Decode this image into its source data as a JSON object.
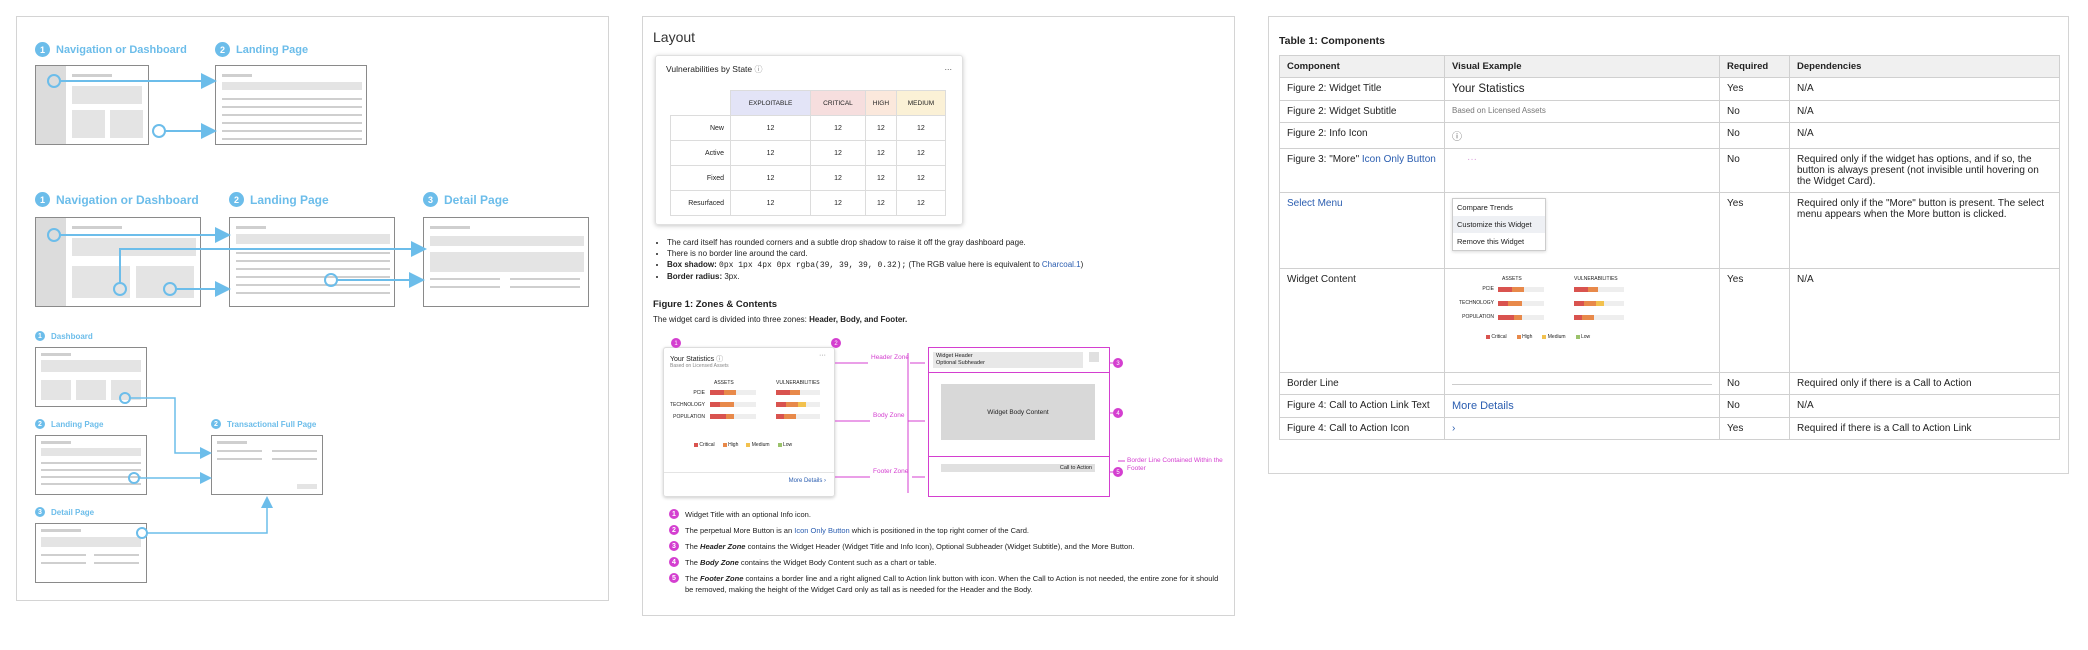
{
  "left_panel": {
    "step1_label": "Navigation or Dashboard",
    "step2_label": "Landing Page",
    "step3_label": "Detail Page",
    "small_dashboard": "Dashboard",
    "small_landing": "Landing Page",
    "small_transactional": "Transactional Full Page",
    "small_detail": "Detail Page"
  },
  "middle_panel": {
    "title": "Layout",
    "card_title": "Vulnerabilities by State",
    "card_more": "...",
    "table": {
      "headers": [
        "EXPLOITABLE",
        "CRITICAL",
        "HIGH",
        "MEDIUM"
      ],
      "rows": [
        {
          "label": "New",
          "values": [
            "12",
            "12",
            "12",
            "12"
          ]
        },
        {
          "label": "Active",
          "values": [
            "12",
            "12",
            "12",
            "12"
          ]
        },
        {
          "label": "Fixed",
          "values": [
            "12",
            "12",
            "12",
            "12"
          ]
        },
        {
          "label": "Resurfaced",
          "values": [
            "12",
            "12",
            "12",
            "12"
          ]
        }
      ]
    },
    "bullets": {
      "b1": "The card itself has rounded corners and a subtle drop shadow to raise it off the gray dashboard page.",
      "b2": "There is no border line around the card.",
      "b3_label": "Box shadow:",
      "b3_code": "0px 1px 4px 0px rgba(39, 39, 39, 0.32);",
      "b3_note": "(The RGB value here is equivalent to",
      "b3_link": "Charcoal.1",
      "b3_close": ")",
      "b4_label": "Border radius:",
      "b4_value": "3px."
    },
    "figure_title": "Figure 1: Zones & Contents",
    "figure_intro_pre": "The widget card is divided into three zones:",
    "figure_intro_zones": "Header, Body, and Footer.",
    "diagram": {
      "widget_title": "Your Statistics",
      "widget_subtitle": "Based on Licensed Assets",
      "col_assets": "ASSETS",
      "col_vulns": "VULNERABILITIES",
      "rows": [
        "PCIE",
        "TECHNOLOGY",
        "POPULATION"
      ],
      "legend": [
        "Critical",
        "High",
        "Medium",
        "Low"
      ],
      "more_details": "More Details",
      "header_zone": "Header Zone",
      "body_zone": "Body Zone",
      "footer_zone": "Footer Zone",
      "widget_header": "Widget Header",
      "optional_subheader": "Optional Subheader",
      "widget_body_content": "Widget Body Content",
      "call_to_action": "Call to Action",
      "border_line_note": "Border Line Contained Within the Footer",
      "colors": {
        "critical": "#d9534f",
        "high": "#e8894a",
        "medium": "#f2c14e",
        "low": "#9bc26b"
      }
    },
    "notes": [
      {
        "n": "1",
        "text": "Widget Title with an optional Info icon."
      },
      {
        "n": "2",
        "pre": "The perpetual More Button is an",
        "link": "Icon Only Button",
        "post": "which is positioned in the top right corner of the Card."
      },
      {
        "n": "3",
        "pre": "The",
        "em": "Header Zone",
        "post": "contains the Widget Header (Widget Title and Info Icon), Optional Subheader (Widget Subtitle), and the More Button."
      },
      {
        "n": "4",
        "pre": "The",
        "em": "Body Zone",
        "post": "contains the Widget Body Content such as a chart or table."
      },
      {
        "n": "5",
        "pre": "The",
        "em": "Footer Zone",
        "post": "contains a border line and a right aligned Call to Action link button with icon. When the Call to Action is not needed, the entire zone for it should be removed, making the height of the Widget Card only as tall as is needed for the Header and the Body."
      }
    ]
  },
  "right_panel": {
    "table_title": "Table 1: Components",
    "headers": [
      "Component",
      "Visual Example",
      "Required",
      "Dependencies"
    ],
    "rows": [
      {
        "component": "Figure 2: Widget Title",
        "example": "Your Statistics",
        "required": "Yes",
        "deps": "N/A"
      },
      {
        "component": "Figure 2: Widget Subtitle",
        "example": "Based on Licensed Assets",
        "required": "No",
        "deps": "N/A"
      },
      {
        "component": "Figure 2: Info Icon",
        "example": "ⓘ",
        "required": "No",
        "deps": "N/A"
      },
      {
        "component_pre": "Figure 3: \"More\"",
        "component_link": "Icon Only Button",
        "example": "···",
        "required": "No",
        "deps": "Required only if the widget has options, and if so, the button is always present (not invisible until hovering on the Widget Card)."
      },
      {
        "component": "Select Menu",
        "example_items": [
          "Compare Trends",
          "Customize this Widget",
          "Remove this Widget"
        ],
        "required": "Yes",
        "deps": "Required only if the \"More\" button is present. The select menu appears when the More button is clicked."
      },
      {
        "component": "Widget Content",
        "required": "Yes",
        "deps": "N/A"
      },
      {
        "component": "Border Line",
        "required": "No",
        "deps": "Required only if there is a Call to Action"
      },
      {
        "component": "Figure 4: Call to Action Link Text",
        "example": "More Details",
        "required": "No",
        "deps": "N/A"
      },
      {
        "component": "Figure 4: Call to Action Icon",
        "example": "›",
        "required": "Yes",
        "deps": "Required if there is a Call to Action Link"
      }
    ],
    "mini_chart": {
      "col_assets": "ASSETS",
      "col_vulns": "VULNERABILITIES",
      "rows": [
        "PCIE",
        "TECHNOLOGY",
        "POPULATION"
      ],
      "legend": [
        "Critical",
        "High",
        "Medium",
        "Low"
      ]
    }
  }
}
